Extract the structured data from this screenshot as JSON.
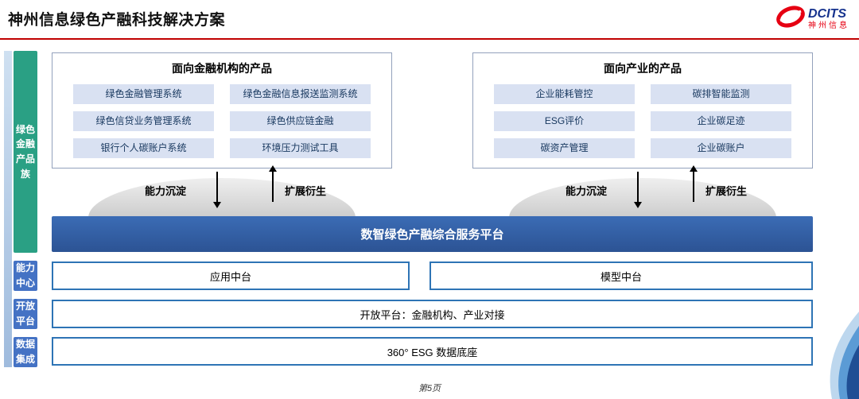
{
  "header": {
    "title": "神州信息绿色产融科技解决方案",
    "logo": {
      "brand": "DCITS",
      "name": "神州信息"
    }
  },
  "colors": {
    "accent_red": "#C00000",
    "side_green": "#2AA084",
    "side_blue": "#4472C4",
    "banner_blue": "#2F5FA5",
    "item_bg": "#D9E1F2",
    "item_text": "#17375E",
    "row_border_blue": "#2E74B5"
  },
  "sidebar": {
    "product_family": "绿色金融产品族",
    "capability_center": "能力中心",
    "open_platform": "开放平台",
    "data_integration": "数据集成"
  },
  "product_groups": [
    {
      "title": "面向金融机构的产品",
      "items": [
        "绿色金融管理系统",
        "绿色金融信息报送监测系统",
        "绿色信贷业务管理系统",
        "绿色供应链金融",
        "银行个人碳账户系统",
        "环境压力测试工具"
      ]
    },
    {
      "title": "面向产业的产品",
      "items": [
        "企业能耗管控",
        "碳排智能监测",
        "ESG评价",
        "企业碳足迹",
        "碳资产管理",
        "企业碳账户"
      ]
    }
  ],
  "arrows": {
    "down_label": "能力沉淀",
    "up_label": "扩展衍生"
  },
  "banner": {
    "title": "数智绿色产融综合服务平台"
  },
  "capability_row": {
    "items": [
      "应用中台",
      "模型中台"
    ]
  },
  "open_platform_row": {
    "label": "开放平台：金融机构、产业对接"
  },
  "data_row": {
    "label": "360° ESG 数据底座"
  },
  "footer": {
    "page": "第5页"
  }
}
